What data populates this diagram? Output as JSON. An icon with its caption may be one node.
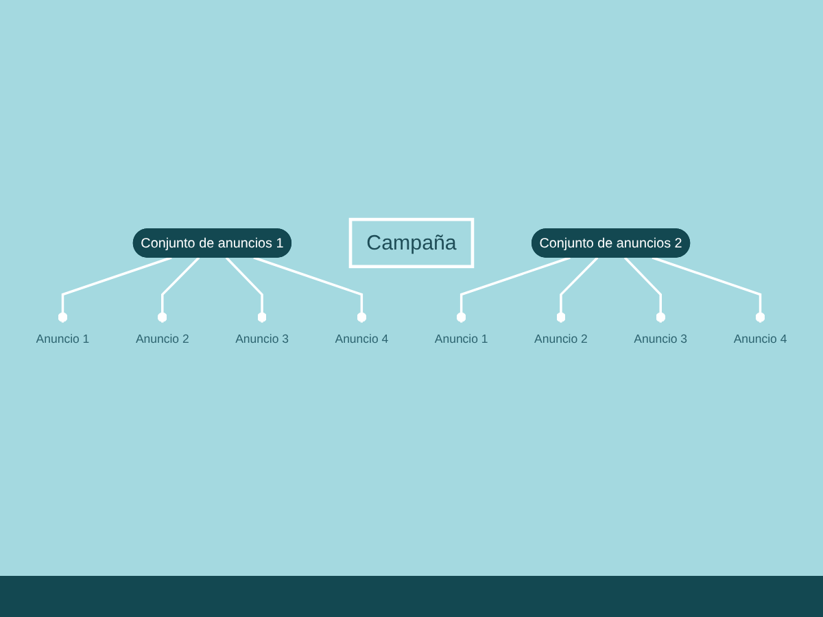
{
  "diagram": {
    "nodes": [
      {
        "text": [
          "Campaña"
        ]
      },
      {
        "text": [
          "Conjunto de anuncios 1"
        ]
      },
      {
        "text": [
          "Conjunto de anuncios 2"
        ]
      },
      {
        "text": [
          "Anuncio 1"
        ]
      },
      {
        "text": [
          "Anuncio 2"
        ]
      },
      {
        "text": [
          "Anuncio 3"
        ]
      },
      {
        "text": [
          "Anuncio 4"
        ]
      },
      {
        "text": [
          "Anuncio 1"
        ]
      },
      {
        "text": [
          "Anuncio 2"
        ]
      },
      {
        "text": [
          "Anuncio 3"
        ]
      },
      {
        "text": [
          "Anuncio 4"
        ]
      }
    ],
    "edges": [
      {
        "from": 1,
        "to": 3,
        "arrow": "other"
      },
      {
        "from": 1,
        "to": 4,
        "arrow": "other"
      },
      {
        "from": 1,
        "to": 5,
        "arrow": "other"
      },
      {
        "from": 1,
        "to": 6,
        "arrow": "other"
      },
      {
        "from": 2,
        "to": 7,
        "arrow": "other"
      },
      {
        "from": 2,
        "to": 8,
        "arrow": "other"
      },
      {
        "from": 2,
        "to": 9,
        "arrow": "other"
      },
      {
        "from": 2,
        "to": 10,
        "arrow": "other"
      }
    ]
  }
}
